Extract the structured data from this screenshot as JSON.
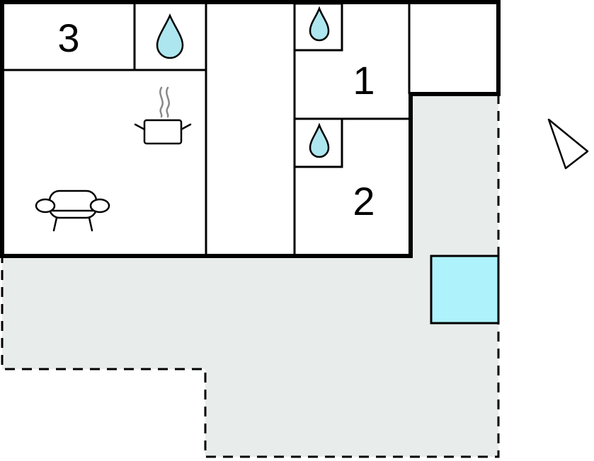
{
  "floorplan": {
    "room_labels": {
      "room3": "3",
      "room1": "1",
      "room2": "2"
    },
    "colors": {
      "outdoor_area": "#e8eceb",
      "water": "#aee6ef",
      "pool": "#aef2fb",
      "wall": "#000000"
    },
    "icons": {
      "water": "water-drop-icon",
      "kitchen": "cooking-pot-icon",
      "living": "sofa-icon",
      "orientation": "north-arrow-icon"
    }
  }
}
